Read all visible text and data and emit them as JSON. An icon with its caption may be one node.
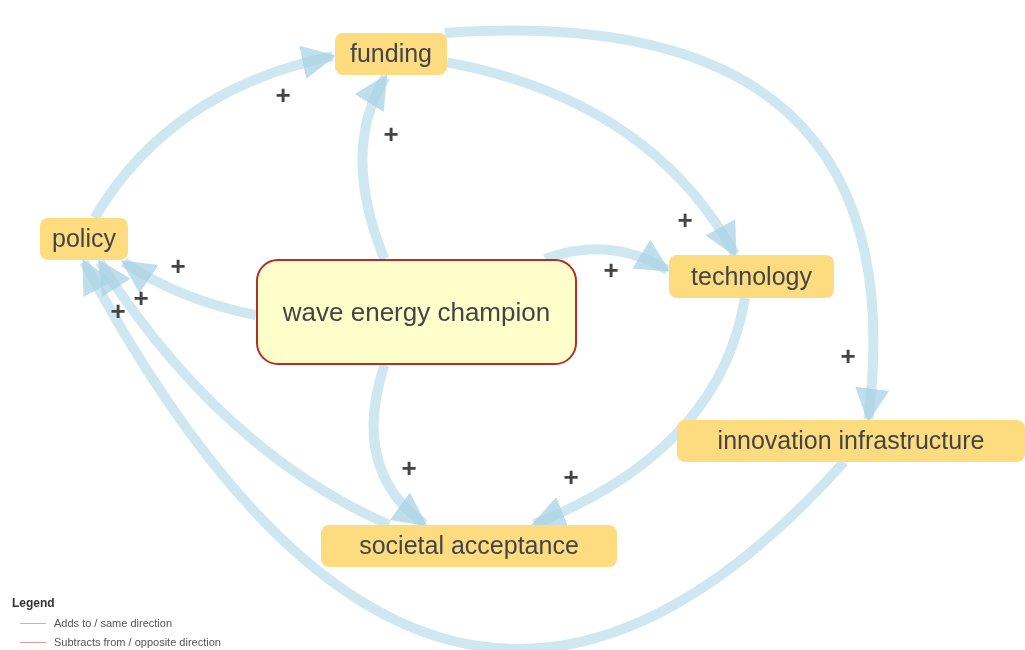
{
  "diagram": {
    "nodes": [
      {
        "text": [
          "funding"
        ]
      },
      {
        "text": [
          "policy"
        ]
      },
      {
        "text": [
          "wave energy champion"
        ]
      },
      {
        "text": [
          "technology"
        ]
      },
      {
        "text": [
          "innovation infrastructure"
        ]
      },
      {
        "text": [
          "societal acceptance"
        ]
      }
    ],
    "edges": [
      {
        "from": 2,
        "to": 1,
        "arrow": "to",
        "label": "+"
      },
      {
        "from": 1,
        "to": 0,
        "arrow": "to",
        "label": "+"
      },
      {
        "from": 2,
        "to": 0,
        "arrow": "to",
        "label": "+"
      },
      {
        "from": 0,
        "to": 3,
        "arrow": "to",
        "label": "+"
      },
      {
        "from": 2,
        "to": 3,
        "arrow": "to",
        "label": "+"
      },
      {
        "from": 0,
        "to": 4,
        "arrow": "to",
        "label": "+"
      },
      {
        "from": 2,
        "to": 5,
        "arrow": "to",
        "label": "+"
      },
      {
        "from": 3,
        "to": 5,
        "arrow": "to",
        "label": "+"
      },
      {
        "from": 5,
        "to": 1,
        "arrow": "to",
        "label": "+"
      },
      {
        "from": 4,
        "to": 1,
        "arrow": "to",
        "label": "+"
      }
    ],
    "labels": [
      "Legend"
    ],
    "legend": [
      {
        "text": "Adds to / same direction"
      },
      {
        "text": "Subtracts from / opposite direction"
      }
    ]
  }
}
